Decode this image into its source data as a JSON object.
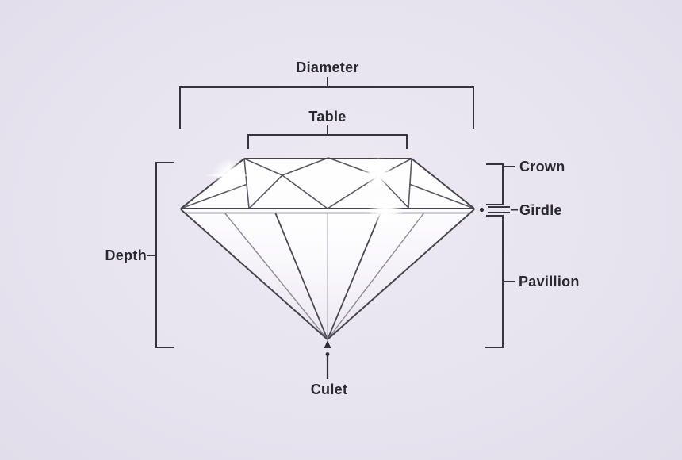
{
  "page": {
    "type": "diagram",
    "subject": "Diamond anatomy side-view with labeled parts"
  },
  "labels": {
    "diameter": "Diameter",
    "table": "Table",
    "crown": "Crown",
    "girdle": "Girdle",
    "pavillion": "Pavillion",
    "depth": "Depth",
    "culet": "Culet"
  },
  "colors": {
    "background": "#e7e3ef",
    "bracket_line": "#35343c",
    "text": "#29282f",
    "diamond_outline": "#45434c",
    "facet_line": "#5a5862",
    "facet_line_light": "#aeabb8",
    "highlight": "#ffffff"
  }
}
